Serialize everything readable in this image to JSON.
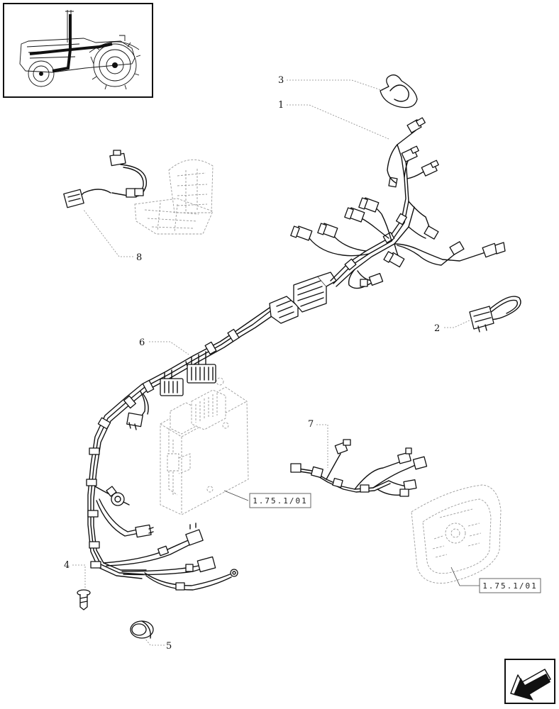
{
  "callouts": [
    {
      "id": "c1",
      "label": "1"
    },
    {
      "id": "c2",
      "label": "2"
    },
    {
      "id": "c3",
      "label": "3"
    },
    {
      "id": "c4",
      "label": "4"
    },
    {
      "id": "c5",
      "label": "5"
    },
    {
      "id": "c6",
      "label": "6"
    },
    {
      "id": "c7",
      "label": "7"
    },
    {
      "id": "c8",
      "label": "8"
    }
  ],
  "references": {
    "ecu": "1.75.1/01",
    "dashboard": "1.75.1/01"
  },
  "icons": {
    "thumbnail": "tractor-thumbnail-icon",
    "navigation": "previous-page-arrow-icon"
  }
}
